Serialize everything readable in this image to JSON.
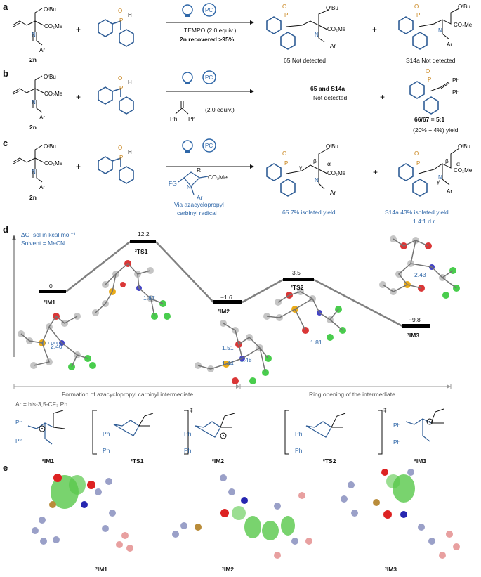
{
  "panels": {
    "a": "a",
    "b": "b",
    "c": "c",
    "d": "d",
    "e": "e"
  },
  "colors": {
    "blue": "#2f67a8",
    "orange": "#c9851d",
    "ring_blue": "#2f5d96",
    "energy_bar": "#000000",
    "connector": "#808080",
    "spin_green": "#58c84a",
    "atom_c": "#9aa0c8",
    "atom_f": "#e8a0a0"
  },
  "common": {
    "pc": "PC",
    "reagent_label": "2n",
    "ar": "Ar",
    "obu": "OᵗBu",
    "co2me": "CO₂Me",
    "n": "N",
    "p": "P",
    "o": "O",
    "h": "H",
    "plus": "+"
  },
  "row_a": {
    "cond1": "TEMPO (2.0 equiv.)",
    "cond2": "2n recovered >95%",
    "prod1": "65 Not detected",
    "prod2": "S14a Not detected"
  },
  "row_b": {
    "cond": "(2.0 equiv.)",
    "ph": "Ph",
    "mid1": "65 and S14a",
    "mid2": "Not detected",
    "ratio": "66/67 = 5:1",
    "yield": "(20% + 4%) yield"
  },
  "row_c": {
    "fg": "FG",
    "r": "R",
    "via1": "Via azacyclopropyl",
    "via2": "carbinyl radical",
    "prod1": "65 7% isolated yield",
    "prod2": "S14a 43% isolated  yield",
    "dr": "1.4:1 d.r.",
    "gamma": "γ",
    "beta": "β",
    "alpha": "α"
  },
  "energy": {
    "unit_label": "ΔG_sol in kcal mol⁻¹",
    "solvent": "Solvent = MeCN",
    "states": [
      {
        "name": "²IM1",
        "value": "0"
      },
      {
        "name": "²TS1",
        "value": "12.2"
      },
      {
        "name": "²IM2",
        "value": "−1.6"
      },
      {
        "name": "²TS2",
        "value": "3.5"
      },
      {
        "name": "²IM3",
        "value": "−9.8"
      }
    ],
    "distances": [
      "2.40",
      "1.87",
      "1.51",
      "1.44",
      "1.48",
      "1.81",
      "2.43"
    ],
    "phase1": "Formation of azacyclopropyl carbinyl intermediate",
    "phase2": "Ring opening of the intermediate",
    "ar_def": "Ar = bis-3,5-CF₃ Ph"
  },
  "structures": {
    "ph": "Ph",
    "dagger": "‡",
    "labels": [
      "²IM1",
      "²TS1",
      "²IM2",
      "²TS2",
      "²IM3"
    ]
  },
  "spin": {
    "labels": [
      "²IM1",
      "²IM2",
      "²IM3"
    ]
  }
}
